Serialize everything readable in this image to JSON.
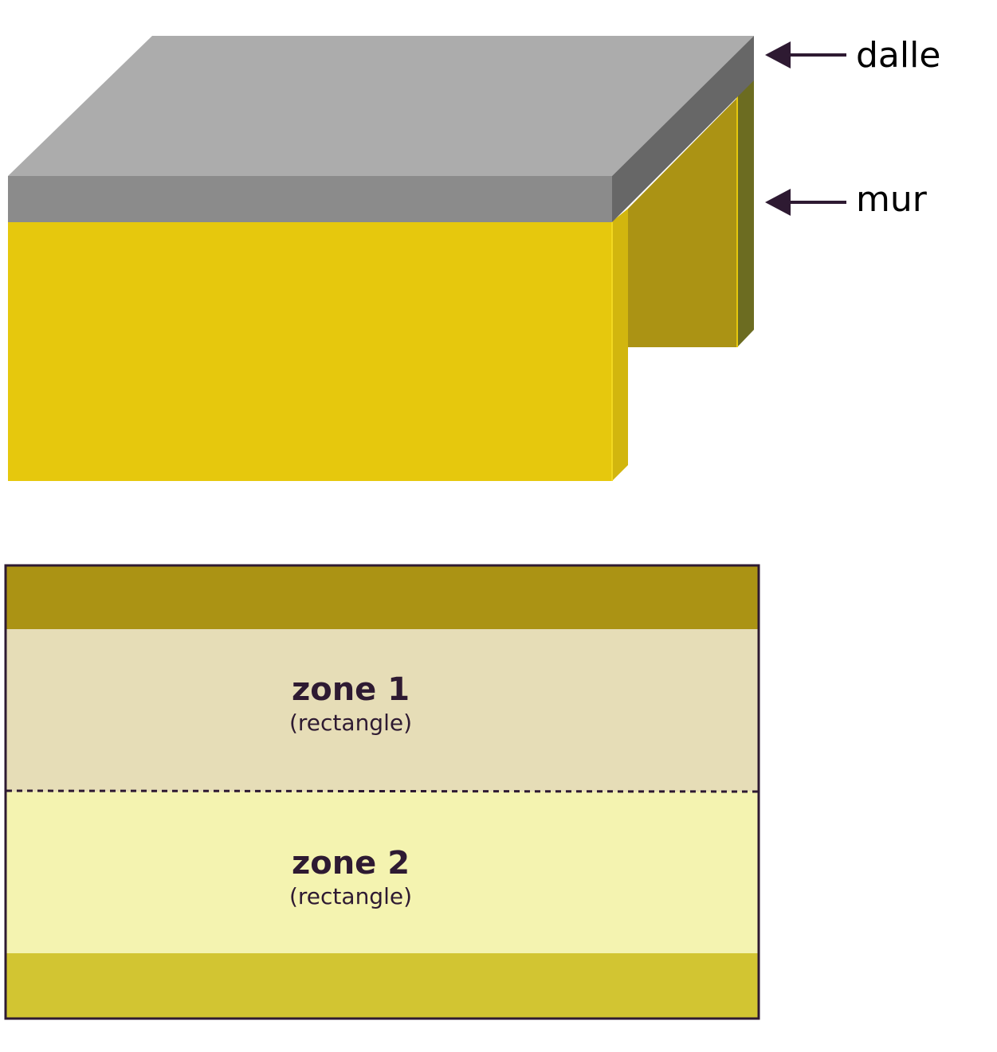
{
  "labels": {
    "slab": "dalle",
    "wall": "mur"
  },
  "zones": [
    {
      "title": "zone 1",
      "subtitle": "(rectangle)"
    },
    {
      "title": "zone 2",
      "subtitle": "(rectangle)"
    }
  ],
  "colors": {
    "slab_top": "#acacac",
    "slab_front": "#8b8b8b",
    "slab_side": "#676767",
    "wall_front": "#e6c80d",
    "wall_front_edge": "#d2b60e",
    "wall_side": "#ab9314",
    "wall_side_edge": "#6c6c21",
    "plan_top_band": "#ab9314",
    "zone1_fill": "#e6ddb7",
    "zone2_fill": "#f4f3b0",
    "plan_bottom_band": "#d2c532",
    "ink": "#2e1a32"
  }
}
